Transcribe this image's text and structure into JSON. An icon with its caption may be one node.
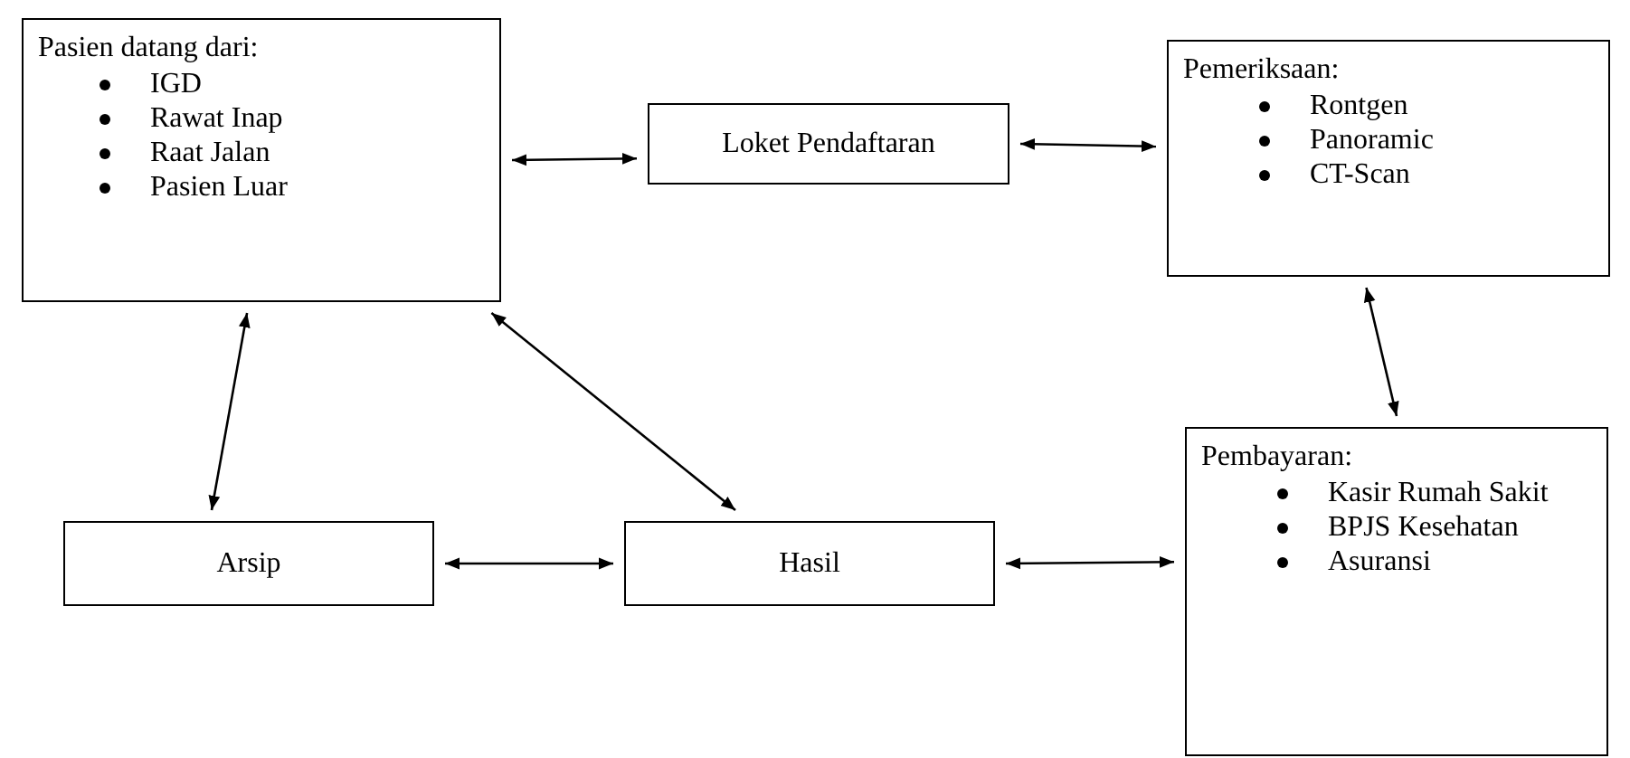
{
  "diagram": {
    "nodes": [
      {
        "text": [
          "Pasien datang dari:",
          "IGD",
          "Rawat Inap",
          "Raat Jalan",
          "Pasien Luar"
        ]
      },
      {
        "text": [
          "Loket Pendaftaran"
        ]
      },
      {
        "text": [
          "Pemeriksaan:",
          "Rontgen",
          "Panoramic",
          "CT-Scan"
        ]
      },
      {
        "text": [
          "Arsip"
        ]
      },
      {
        "text": [
          "Hasil"
        ]
      },
      {
        "text": [
          "Pembayaran:",
          "Kasir Rumah Sakit",
          "BPJS Kesehatan",
          "Asuransi"
        ]
      }
    ],
    "edges": [
      {
        "from": 0,
        "to": 1,
        "arrow": "both"
      },
      {
        "from": 1,
        "to": 2,
        "arrow": "both"
      },
      {
        "from": 0,
        "to": 3,
        "arrow": "both"
      },
      {
        "from": 0,
        "to": 4,
        "arrow": "both"
      },
      {
        "from": 2,
        "to": 5,
        "arrow": "both"
      },
      {
        "from": 3,
        "to": 4,
        "arrow": "both"
      },
      {
        "from": 4,
        "to": 5,
        "arrow": "both"
      }
    ]
  }
}
